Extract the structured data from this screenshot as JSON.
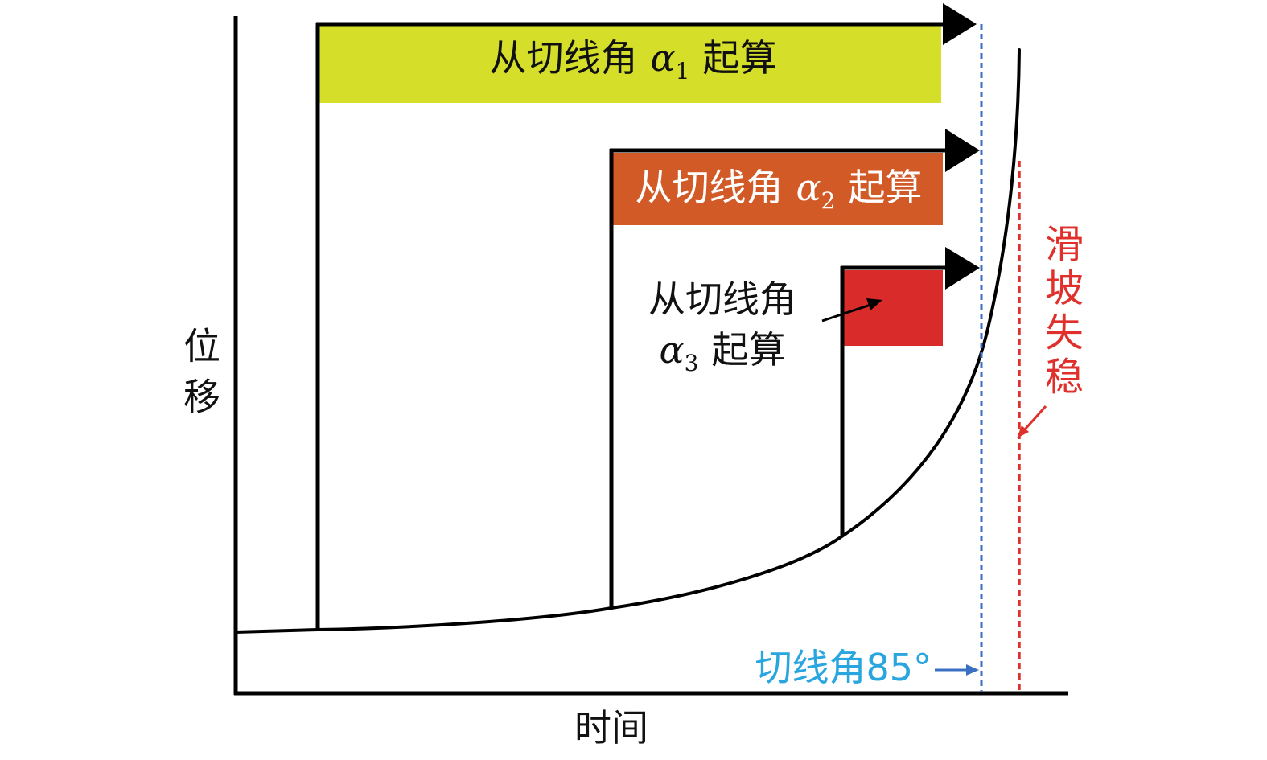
{
  "axes": {
    "y_label": "位移",
    "x_label": "时间"
  },
  "stages": [
    {
      "label_prefix": "从切线角",
      "symbol": "α",
      "subscript": "1",
      "label_suffix": "起算",
      "color": "#d5df2a"
    },
    {
      "label_prefix": "从切线角",
      "symbol": "α",
      "subscript": "2",
      "label_suffix": "起算",
      "color": "#d25a26"
    },
    {
      "label_prefix": "从切线角",
      "symbol": "α",
      "subscript": "3",
      "label_suffix": "起算",
      "color": "#d92b2a"
    }
  ],
  "threshold": {
    "label": "切线角85°",
    "color": "#29a6df",
    "line_color": "#3a6fc4"
  },
  "failure": {
    "label": "滑坡失稳",
    "color": "#e0302b"
  },
  "colors": {
    "ink": "#000000"
  }
}
